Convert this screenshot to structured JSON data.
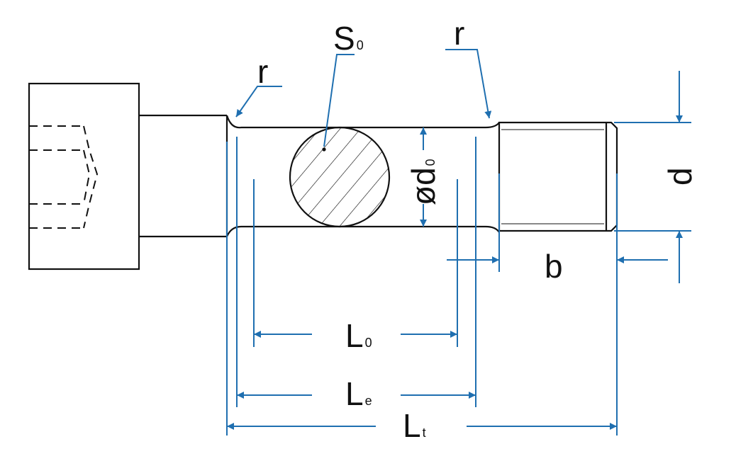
{
  "colors": {
    "dimension": "#1f6fb0",
    "outline": "#111111",
    "background": "#ffffff"
  },
  "labels": {
    "r_left": "r",
    "r_right": "r",
    "s0_main": "S",
    "s0_sub": "0",
    "d0_prefix": "ød",
    "d0_sub": "0",
    "d": "d",
    "b": "b",
    "l0_main": "L",
    "l0_sub": "0",
    "le_main": "L",
    "le_sub": "e",
    "lt_main": "L",
    "lt_sub": "t"
  }
}
